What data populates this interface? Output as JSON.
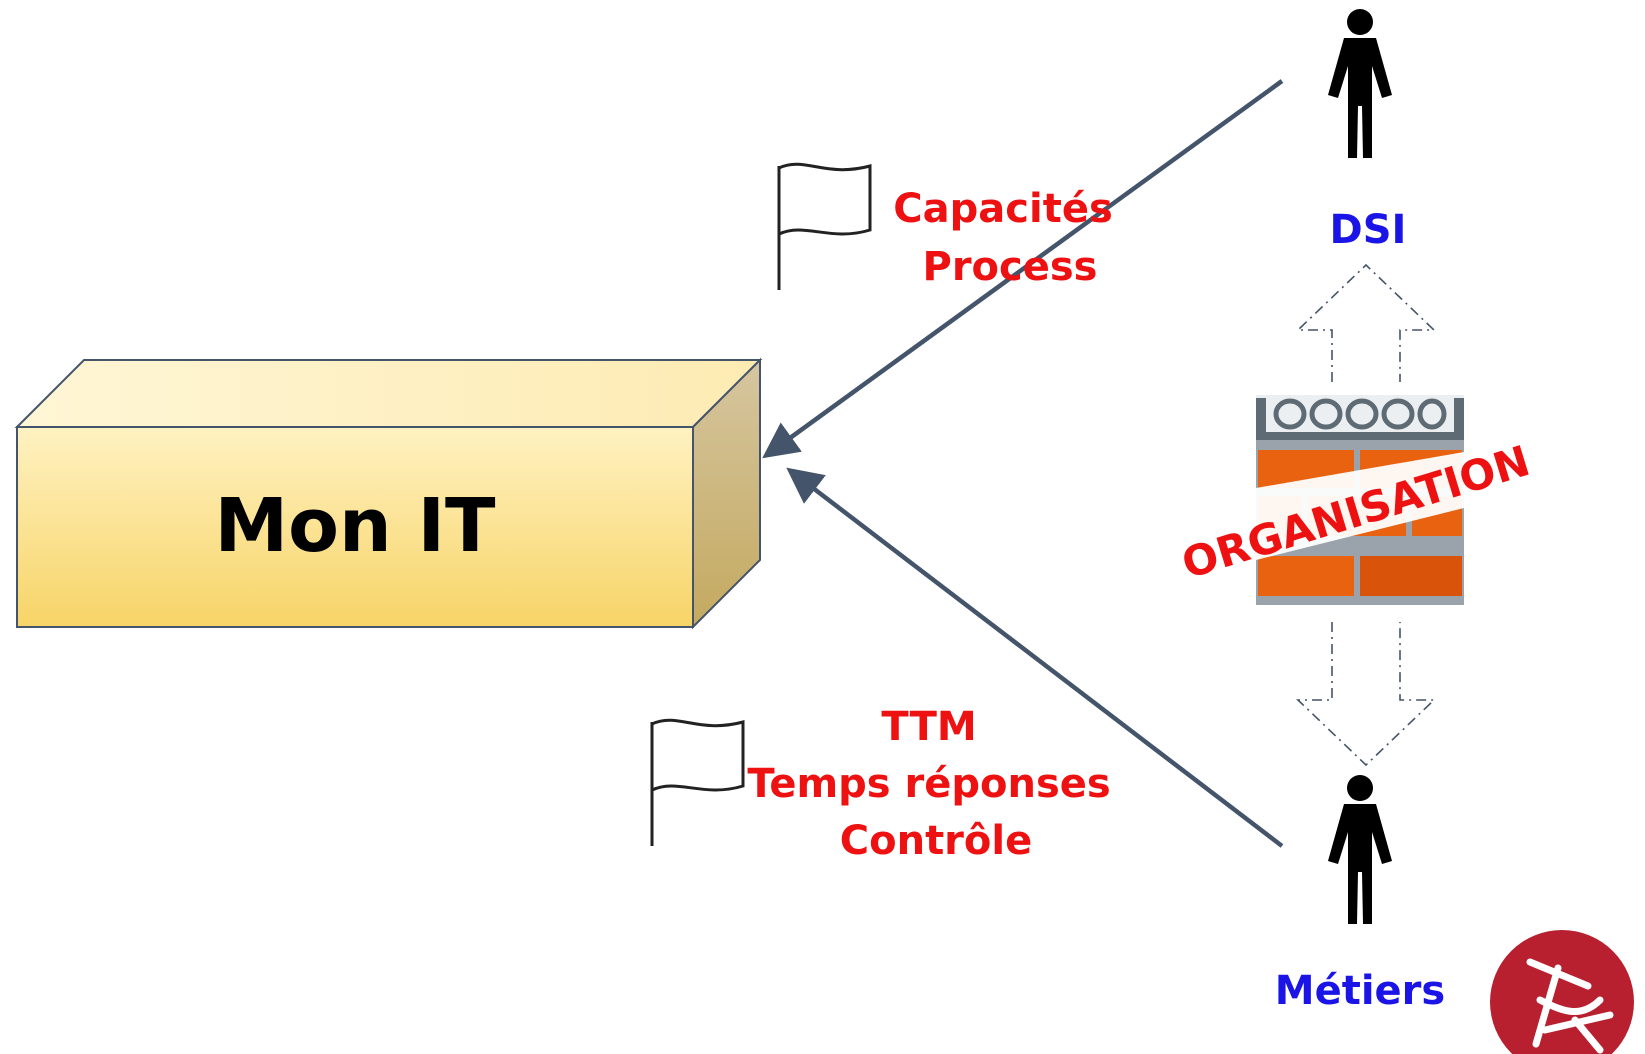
{
  "box": {
    "label": "Mon IT"
  },
  "top_flag": {
    "lines": [
      "Capacités",
      "Process"
    ]
  },
  "bottom_flag": {
    "lines": [
      "TTM",
      "Temps réponses",
      "Contrôle"
    ]
  },
  "actors": {
    "top": {
      "label": "DSI",
      "icon": "person-icon"
    },
    "bottom": {
      "label": "Métiers",
      "icon": "person-icon"
    }
  },
  "wall": {
    "label": "ORGANISATION",
    "icon": "brick-wall-icon"
  },
  "colors": {
    "label_red": "#ee1111",
    "actor_blue": "#1a14e6",
    "arrow": "#44546a",
    "brick": "#e8620f",
    "logo": "#b8202f"
  },
  "logo": {
    "icon": "logo-icon"
  }
}
